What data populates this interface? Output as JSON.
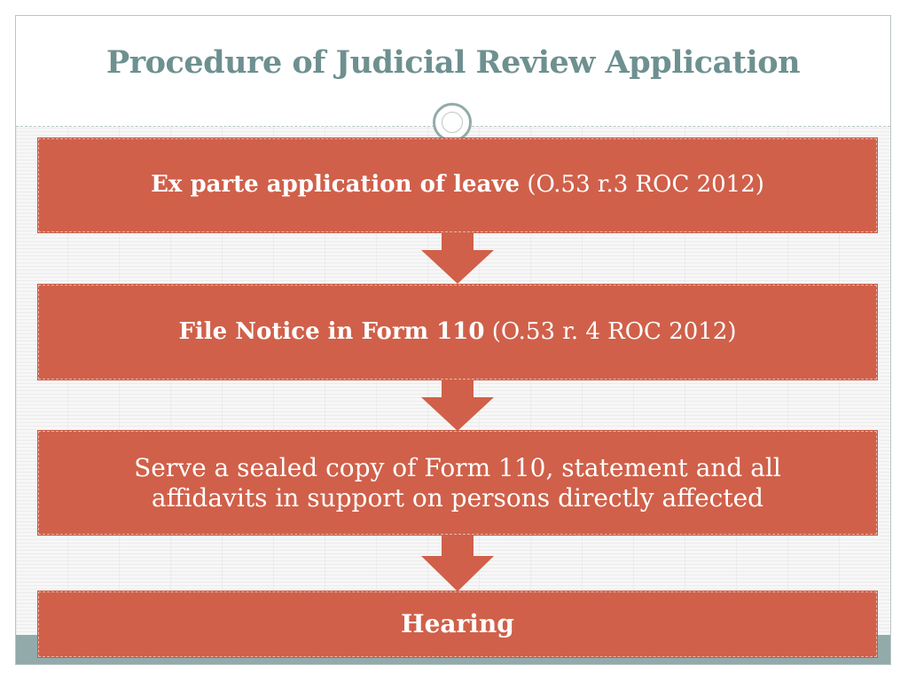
{
  "slide": {
    "title": "Procedure of Judicial Review Application"
  },
  "steps": [
    {
      "bold": "Ex parte application of leave",
      "normal": "(O.53 r.3 ROC 2012)"
    },
    {
      "bold": "File Notice in Form 110",
      "normal": "(O.53 r. 4 ROC 2012)"
    },
    {
      "line1": "Serve a sealed copy of Form 110, statement and all",
      "line2": "affidavits in support on persons directly affected"
    },
    {
      "bold": "Hearing"
    }
  ],
  "colors": {
    "title": "#6e9090",
    "box_fill": "#d0604a",
    "box_text": "#ffffff",
    "accent": "#93aaaa"
  }
}
